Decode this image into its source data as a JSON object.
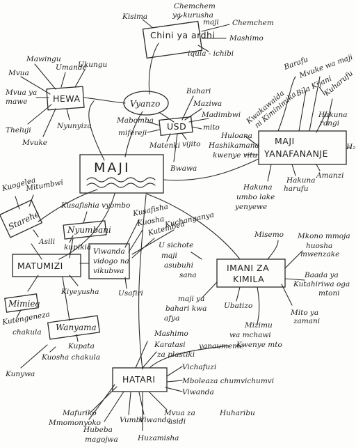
{
  "center": "MAJI",
  "nodes": {
    "chini_ya_ardhi": "Chini ya ardhi",
    "hewa": "HEWA",
    "vyanzo": "Vyanzo",
    "usd": "USD",
    "maji_yanafanane": [
      "MAJI",
      "YANAFANANJE"
    ],
    "starehe": "Starehe",
    "nyumbani": "Nyumbani",
    "matumizi": "MATUMIZI",
    "viwanda": [
      "Viwanda",
      "vidogo na",
      "vikubwa"
    ],
    "imani": [
      "IMANI ZA",
      "KIMILA"
    ],
    "mimea": "Mimiea",
    "wanyama": "Wanyama",
    "hatari": "HATARI"
  },
  "labels": {
    "kisima": "Kisima",
    "chemchem_kurusha": [
      "Chemchem",
      "ya kurusha",
      "maji"
    ],
    "chemchem": "Chemchem",
    "mashimo": "Mashimo",
    "iqula": "iqula - ichibi",
    "mawingu": "Mawingu",
    "umande": "Umande",
    "mvua": "Mvua",
    "ukungu": "Ukungu",
    "mvua_ya_mawe": [
      "Mvua ya",
      "mawe"
    ],
    "theluji": "Theluji",
    "nyunyiza": "Nyunyiza",
    "mvuke": "Mvuke",
    "bahari": "Bahari",
    "maziwa": "Maziwa",
    "madimbwi": "Madimbwi",
    "mito": "mito",
    "mabomba": "Mabomba",
    "mifereji": "mifereji",
    "matenki": "Matenki",
    "vijito": "vijito",
    "bwawa": "Bwawa",
    "barafu": "Barafu",
    "mvuke_wa_maji": "Mvuke wa maji",
    "kwakawaida": [
      "Kwakawaida",
      "ni Kiminimika"
    ],
    "bila_kijani": "Bila Kijani",
    "kuharufu": "Kuharufu",
    "h2": "H₂",
    "hakuna_rangi": [
      "Hakuna",
      "rangi"
    ],
    "huloana": "Huloana",
    "hashikamana": "Hashikamana",
    "kwenye_vitu": "kwenye vitu",
    "hakuna_umbo": [
      "Hakuna",
      "umbo lake",
      "yenyewe"
    ],
    "hakuna_harufu": [
      "Hakuna",
      "harufu"
    ],
    "amanzi": "Amanzi",
    "kuogelea": "Kuogelea",
    "mitumbwi": "Mitumbwi",
    "asili": "Asili",
    "kusafishia_vyombo": "Kusafishia vyombo",
    "kupikia": "kupikia",
    "kusafisha": "Kusafisha",
    "kuosha": "Kuosha",
    "kutembea": "Kutembea",
    "kuchanganya": "Kuchanganya",
    "kiyeyusha": "Kiyeyusha",
    "usafiri": "Usafiri",
    "kutengeneza_chakula": [
      "Kutengeneza",
      "chakula"
    ],
    "kupata": "Kupata",
    "kuosha_chakula": "Kuosha chakula",
    "kunywa": "Kunywa",
    "usichote": [
      "U sichote",
      "maji",
      "asubuhi",
      "sana"
    ],
    "maji_ya_bahari": [
      "maji ya",
      "bahari kwa",
      "afya"
    ],
    "misemo": "Misemo",
    "mkono_mmoja": [
      "Mkono mmoja",
      "huosha",
      "mwenzake"
    ],
    "baada_ya": [
      "Baada ya",
      "Kutahiriwa oga",
      "mtoni"
    ],
    "mito_ya_zamani": [
      "Mito ya",
      "zamani"
    ],
    "ubatizo": "Ubatizo",
    "mizimu": [
      "Mizimu",
      "wa mchawi",
      "Kwenye mto"
    ],
    "yanaumeme": "yanaumeme",
    "mashimo_h": "Mashimo",
    "karatasi": [
      "Karatasi",
      "za plastiki"
    ],
    "vichafuzi": "Vichafuzi",
    "mboleaza": "Mboleaza chumvichumvi",
    "viwanda_h": "Viwanda",
    "mafuriko": "Mafuriko",
    "mmomonyoko": "Mmomonyoko",
    "hubeba_magojwa": [
      "Hubeba",
      "magojwa"
    ],
    "vumbi": "Vumbi",
    "viwanda2": "Viwanda",
    "mvua_za_asidi": [
      "Mvua za",
      "asidi"
    ],
    "huharibu": "Huharibu",
    "huzamisha": "Huzamisha"
  }
}
